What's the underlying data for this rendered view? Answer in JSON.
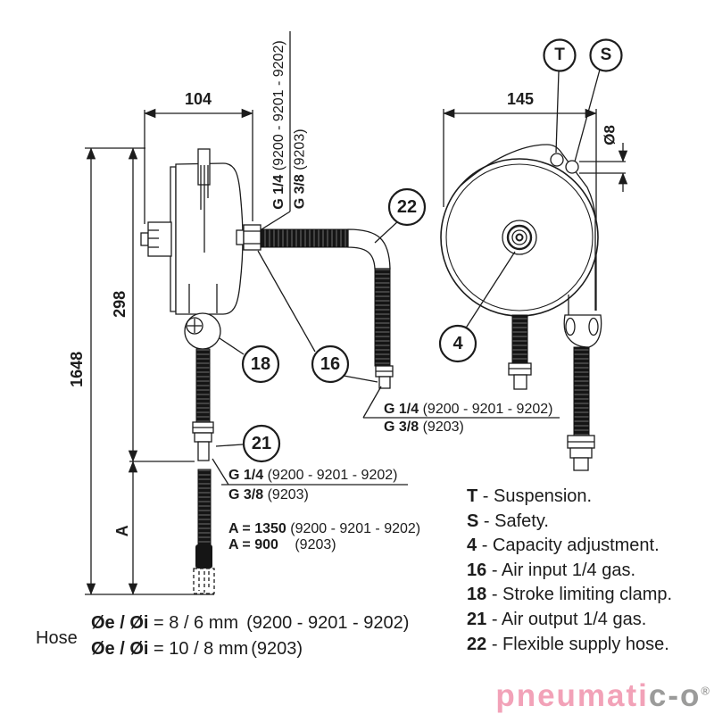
{
  "dimensions": {
    "side_width": "104",
    "front_width": "145",
    "total_height": "1648",
    "body_height": "298",
    "hose_drop": "A",
    "hole_diameter": "Ø8"
  },
  "ports": {
    "top": {
      "size_a": "G 1/4",
      "models_a": "(9200 - 9201 - 9202)",
      "size_b": "G 3/8",
      "models_b": "(9203)"
    },
    "input": {
      "size_a": "G 1/4",
      "models_a": "(9200 - 9201 - 9202)",
      "size_b": "G 3/8",
      "models_b": "(9203)"
    },
    "output": {
      "size_a": "G 1/4",
      "models_a": "(9200 - 9201 - 9202)",
      "size_b": "G 3/8",
      "models_b": "(9203)"
    }
  },
  "a_values": {
    "line1_label": "A = 1350",
    "line1_models": "(9200 - 9201 - 9202)",
    "line2_label": "A = 900",
    "line2_models": "(9203)"
  },
  "hose": {
    "label": "Hose",
    "row1_bold": "Øe / Øi",
    "row1_value": "= 8 / 6 mm",
    "row1_models": "(9200 - 9201 - 9202)",
    "row2_bold": "Øe / Øi",
    "row2_value": "= 10 / 8 mm",
    "row2_models": "(9203)"
  },
  "callouts": {
    "t": "T",
    "s": "S",
    "n4": "4",
    "n16": "16",
    "n18": "18",
    "n21": "21",
    "n22": "22"
  },
  "legend": {
    "items": [
      {
        "key": "T",
        "text": "- Suspension."
      },
      {
        "key": "S",
        "text": "- Safety."
      },
      {
        "key": "4",
        "text": "- Capacity adjustment."
      },
      {
        "key": "16",
        "text": "- Air input 1/4 gas."
      },
      {
        "key": "18",
        "text": "- Stroke limiting clamp."
      },
      {
        "key": "21",
        "text": "- Air output 1/4 gas."
      },
      {
        "key": "22",
        "text": "- Flexible supply hose."
      }
    ]
  },
  "logo": {
    "pink": "pneumati",
    "gray1": "c",
    "dash": "-",
    "gray2": "o",
    "reg": "®"
  }
}
